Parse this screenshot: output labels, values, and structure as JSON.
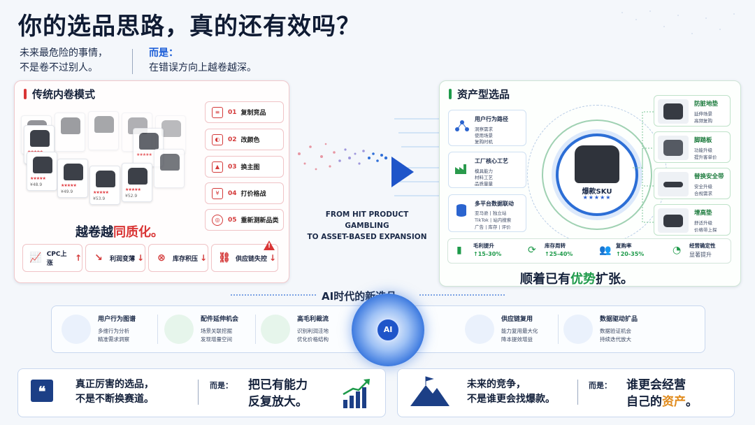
{
  "header": {
    "title": "你的选品思路，真的还有效吗？",
    "left_line1": "未来最危险的事情，",
    "left_line2": "不是卷不过别人。",
    "right_label": "而是：",
    "right_line": "在错误方向上越卷越深。"
  },
  "left_panel": {
    "title": "传统内卷模式",
    "card_stars": "★★★★★",
    "card_prices": [
      "¥48.9",
      "¥53.9",
      "¥52.9",
      "¥49.9"
    ],
    "steps": [
      {
        "num": "01",
        "label": "复制竞品",
        "icon": "document-icon"
      },
      {
        "num": "02",
        "label": "改颜色",
        "icon": "palette-icon"
      },
      {
        "num": "03",
        "label": "换主图",
        "icon": "image-icon"
      },
      {
        "num": "04",
        "label": "打价格战",
        "icon": "price-tag-icon"
      },
      {
        "num": "05",
        "label": "重新测新品类",
        "icon": "target-icon"
      }
    ],
    "summary_prefix": "越卷越",
    "summary_accent": "同质化。",
    "metrics": [
      {
        "label": "CPC上涨",
        "arrow": "↑"
      },
      {
        "label": "利润变薄",
        "arrow": "↓"
      },
      {
        "label": "库存积压",
        "arrow": "↓"
      },
      {
        "label": "供应链失控",
        "arrow": "↓"
      }
    ],
    "warning_mark": "!"
  },
  "middle": {
    "line1": "FROM HIT PRODUCT GAMBLING",
    "line2": "TO ASSET-BASED EXPANSION"
  },
  "right_panel": {
    "title": "资产型选品",
    "info_boxes": [
      {
        "title": "用户行为路径",
        "lines": [
          "洞察需求",
          "使用场景",
          "复购时机"
        ]
      },
      {
        "title": "工厂核心工艺",
        "lines": [
          "模具能力",
          "材料工艺",
          "品质量量"
        ]
      },
      {
        "title": "多平台数据联动",
        "lines": [
          "亚马逊 | 独立站",
          "TikTok | 站内搜索",
          "广告 | 库存 | 评价"
        ]
      }
    ],
    "hub_label": "爆款SKU",
    "hub_stars": "★★★★★",
    "products": [
      {
        "title": "防脏地垫",
        "lines": [
          "延伸场景",
          "高频复购"
        ]
      },
      {
        "title": "脚踏板",
        "lines": [
          "功能升级",
          "提升客单价"
        ]
      },
      {
        "title": "替换安全带",
        "lines": [
          "安全升级",
          "合规需求"
        ]
      },
      {
        "title": "增高垫",
        "lines": [
          "舒适升级",
          "价格带上探"
        ]
      }
    ],
    "stats": [
      {
        "label": "毛利提升",
        "value": "↑15-30%"
      },
      {
        "label": "库存周转",
        "value": "↑25-40%"
      },
      {
        "label": "复购率",
        "value": "↑20-35%"
      },
      {
        "label": "经营确定性",
        "value": "显著提升"
      }
    ],
    "summary_prefix": "顺着已有",
    "summary_accent": "优势",
    "summary_suffix": "扩张。"
  },
  "ai_section": {
    "title": "AI时代的新选品",
    "core": "AI",
    "features": [
      {
        "title": "用户行为图谱",
        "lines": [
          "多维行为分析",
          "精准需求洞察"
        ]
      },
      {
        "title": "配件延伸机会",
        "lines": [
          "场景关联挖掘",
          "发现增量空间"
        ]
      },
      {
        "title": "高毛利裁流",
        "lines": [
          "识别利润洼地",
          "优化价格结构"
        ]
      },
      {
        "title": "供应链复用",
        "lines": [
          "能力复用最大化",
          "降本提效增益"
        ]
      },
      {
        "title": "数据驱动扩品",
        "lines": [
          "数据验证机会",
          "持续迭代放大"
        ]
      }
    ]
  },
  "bottom": {
    "left": {
      "quote": "❝",
      "line1": "真正厉害的选品，",
      "line2": "不是不断换赛道。",
      "er": "而是：",
      "big1": "把已有能力",
      "big2": "反复放大。"
    },
    "right": {
      "line1": "未来的竞争，",
      "line2": "不是谁更会找爆款。",
      "er": "而是：",
      "big1": "谁更会经营",
      "big2_prefix": "自己的",
      "big2_accent": "资产",
      "big2_suffix": "。"
    }
  },
  "colors": {
    "red": "#d93535",
    "green": "#1e9a4a",
    "blue": "#1f55c9",
    "orange": "#e08a1b",
    "navy": "#13203a"
  }
}
